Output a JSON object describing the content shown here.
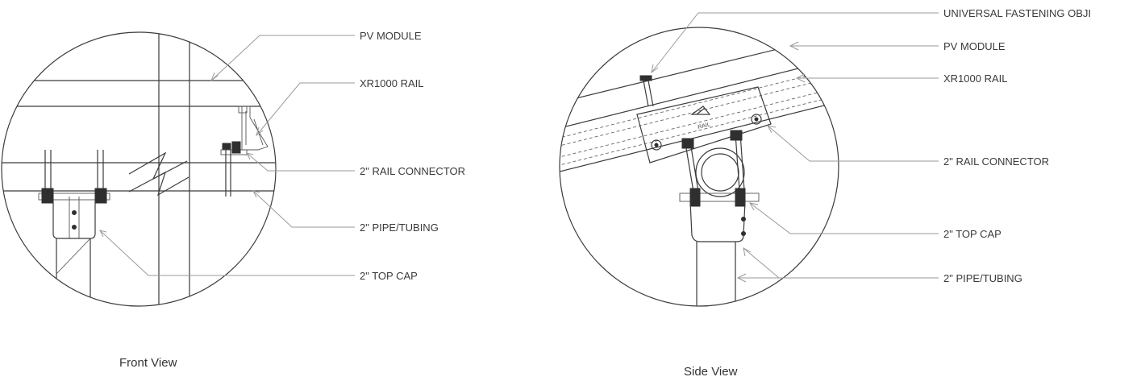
{
  "front_view": {
    "caption": "Front View",
    "labels": {
      "pv_module": "PV MODULE",
      "xr1000_rail": "XR1000 RAIL",
      "rail_connector": "2\" RAIL CONNECTOR",
      "pipe_tubing": "2\" PIPE/TUBING",
      "top_cap": "2\" TOP CAP"
    }
  },
  "side_view": {
    "caption": "Side View",
    "labels": {
      "universal_fastening": "UNIVERSAL FASTENING OBJI",
      "pv_module": "PV MODULE",
      "xr1000_rail": "XR1000 RAIL",
      "rail_connector": "2\" RAIL CONNECTOR",
      "top_cap": "2\" TOP CAP",
      "pipe_tubing": "2\" PIPE/TUBING"
    }
  },
  "colors": {
    "line": "#3b3b3b",
    "leader": "#9a9a9a",
    "text": "#3a3a3a"
  }
}
